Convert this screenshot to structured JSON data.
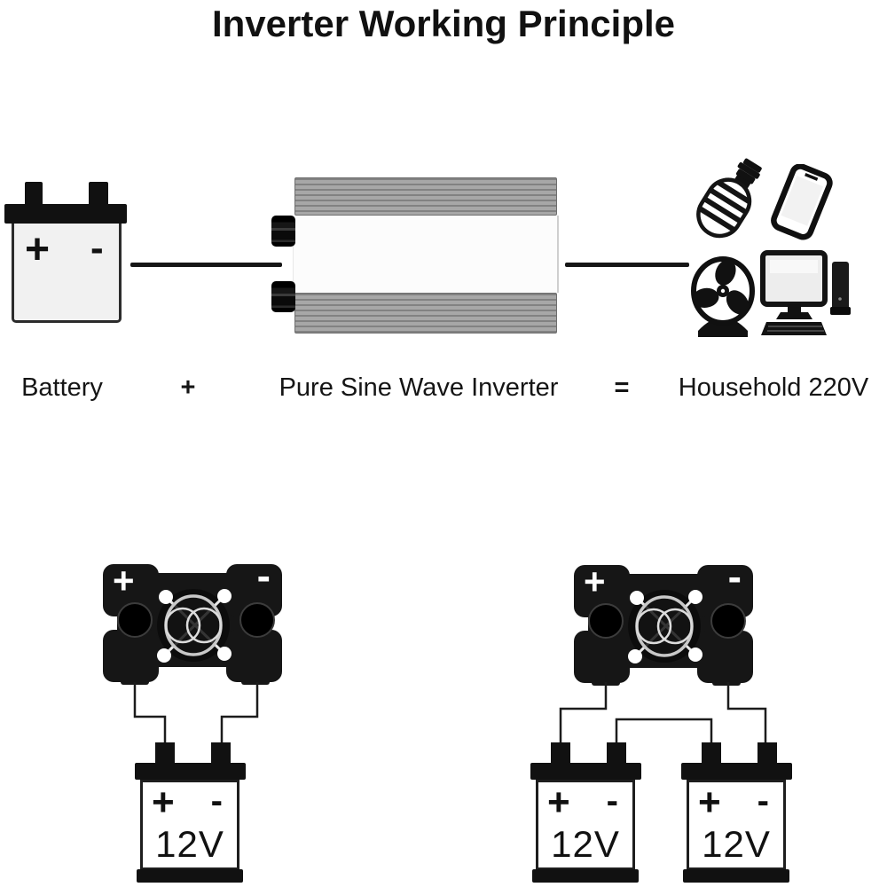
{
  "title": "Inverter Working Principle",
  "equation": {
    "battery_label": "Battery",
    "plus_sign": "+",
    "inverter_label": "Pure Sine Wave Inverter",
    "equals_sign": "=",
    "household_label": "Household 220V"
  },
  "source_battery": {
    "plus": "+",
    "minus": "-"
  },
  "single_battery_setup": {
    "inverter_plus": "+",
    "inverter_minus": "-",
    "battery": {
      "plus": "+",
      "minus": "-",
      "voltage": "12V"
    }
  },
  "dual_battery_setup": {
    "inverter_plus": "+",
    "inverter_minus": "-",
    "battery1": {
      "plus": "+",
      "minus": "-",
      "voltage": "12V"
    },
    "battery2": {
      "plus": "+",
      "minus": "-",
      "voltage": "12V"
    }
  },
  "icons": {
    "source": "battery-icon",
    "converter": "inverter-side-icon",
    "loads": [
      "cfl-bulb-icon",
      "smartphone-icon",
      "fan-icon",
      "desktop-computer-icon",
      "pc-tower-icon"
    ],
    "bottom": "inverter-top-view-icon"
  },
  "colors": {
    "ink": "#111111",
    "background": "#ffffff",
    "battery-body": "#f1f1f1",
    "inverter-gray": "#9e9e9e",
    "wire": "#1c1c1c"
  }
}
